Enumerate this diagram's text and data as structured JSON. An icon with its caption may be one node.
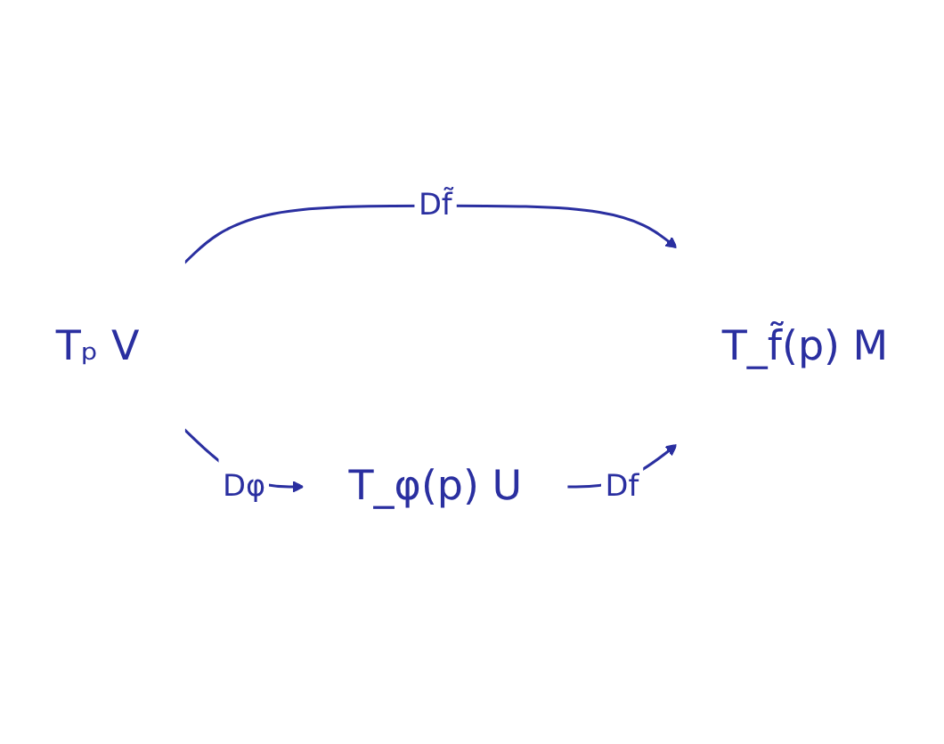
{
  "diagram": {
    "nodes": [
      {
        "text": [
          "Tₚ V"
        ]
      },
      {
        "text": [
          "T_f̃(p) M"
        ]
      },
      {
        "text": [
          "T_φ(p) U"
        ]
      }
    ],
    "edges": [
      {
        "from": 0,
        "to": 1,
        "arrow": "to",
        "label": "Df̃"
      },
      {
        "from": 0,
        "to": 2,
        "arrow": "to",
        "label": "Dφ"
      },
      {
        "from": 2,
        "to": 1,
        "arrow": "to",
        "label": "Df"
      }
    ]
  }
}
